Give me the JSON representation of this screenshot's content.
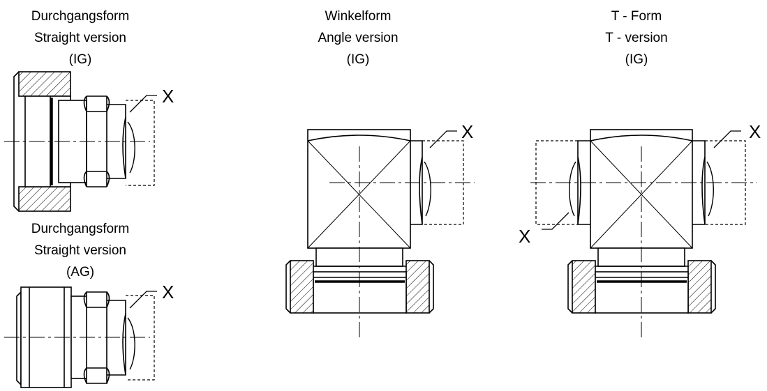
{
  "views": [
    {
      "de": "Durchgangsform",
      "en": "Straight version",
      "code": "(IG)"
    },
    {
      "de": "Durchgangsform",
      "en": "Straight version",
      "code": "(AG)"
    },
    {
      "de": "Winkelform",
      "en": "Angle version",
      "code": "(IG)"
    },
    {
      "de": "T - Form",
      "en": "T - version",
      "code": "(IG)"
    }
  ],
  "marker_label": "X",
  "colors": {
    "line": "#000000",
    "background": "#ffffff"
  }
}
